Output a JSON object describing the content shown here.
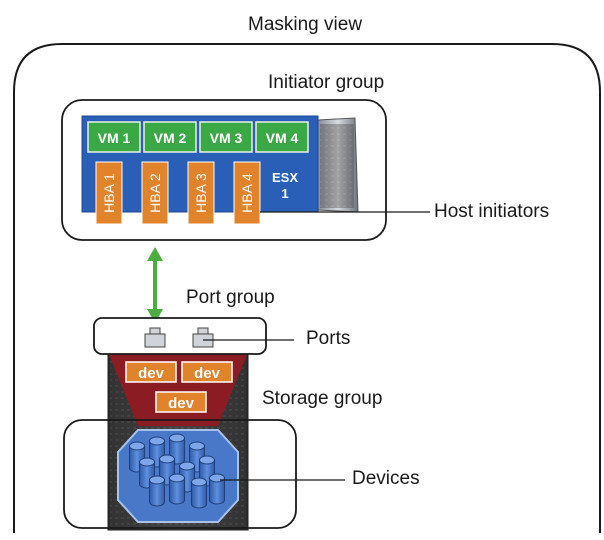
{
  "title": "Masking view",
  "groups": {
    "initiator": "Initiator group",
    "port": "Port group",
    "storage": "Storage group"
  },
  "callouts": {
    "host_initiators": "Host initiators",
    "ports": "Ports",
    "devices": "Devices"
  },
  "host": {
    "vms": [
      "VM 1",
      "VM 2",
      "VM 3",
      "VM 4"
    ],
    "hbas": [
      "HBA 1",
      "HBA 2",
      "HBA 3",
      "HBA 4"
    ],
    "esx_line1": "ESX",
    "esx_line2": "1"
  },
  "storage_array": {
    "devs": [
      "dev",
      "dev",
      "dev"
    ]
  },
  "colors": {
    "vm_green": "#3aa845",
    "host_blue": "#2a5fb8",
    "hba_orange": "#e0832a",
    "link_green": "#4cae3f",
    "array_red": "#8c1c24",
    "array_dark": "#3a3a3a",
    "disk_blue": "#4a78c8"
  }
}
